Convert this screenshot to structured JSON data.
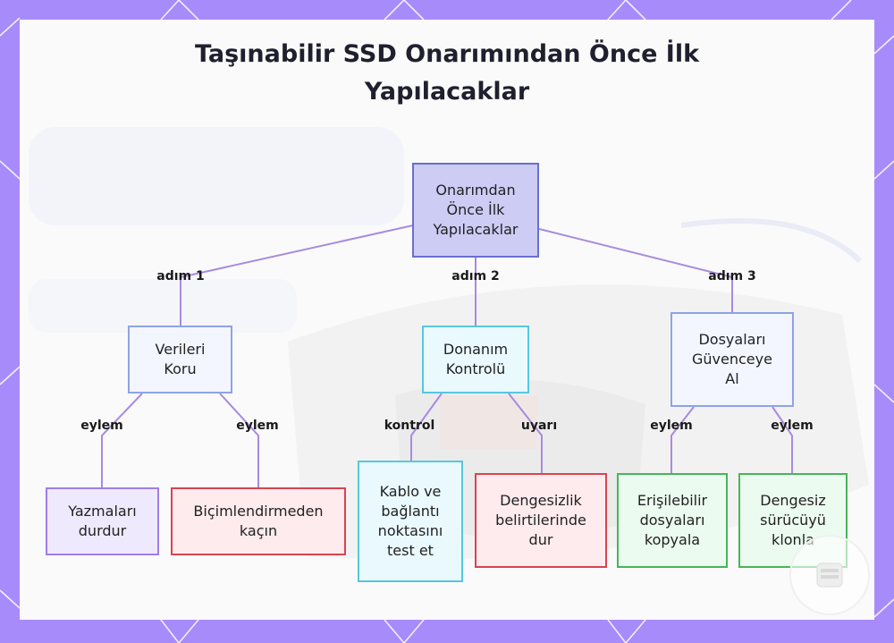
{
  "title": "Taşınabilir SSD Onarımından Önce İlk\nYapılacaklar",
  "nodes": {
    "root": "Onarımdan\nÖnce İlk\nYapılacaklar",
    "verileri_koru": "Verileri\nKoru",
    "donanim_kontrolu": "Donanım\nKontrolü",
    "dosyalari_guvenceye_al": "Dosyaları\nGüvenceye\nAl",
    "yazmalari_durdur": "Yazmaları\ndurdur",
    "bicimlendirmeden_kacin": "Biçimlendirmeden\nkaçın",
    "kablo_test": "Kablo ve\nbağlantı\nnoktasını\ntest et",
    "dengesizlik_dur": "Dengesizlik\nbelirtilerinde\ndur",
    "erisilebilir_kopyala": "Erişilebilir\ndosyaları\nkopyala",
    "dengesiz_klonla": "Dengesiz\nsürücüyü\nklonla"
  },
  "edge_labels": {
    "adim1": "adım 1",
    "adim2": "adım 2",
    "adim3": "adım 3",
    "eylem_a": "eylem",
    "eylem_b": "eylem",
    "kontrol": "kontrol",
    "uyari": "uyarı",
    "eylem_c": "eylem",
    "eylem_d": "eylem"
  },
  "colors": {
    "frame": "#a78bfa",
    "connector": "#a78bdf",
    "root_fill": "#ccccf5",
    "red_border": "#d9434f",
    "green_border": "#47b55a",
    "cyan_border": "#56c7e0"
  },
  "icons": {
    "badge": "drive-logo-icon"
  }
}
